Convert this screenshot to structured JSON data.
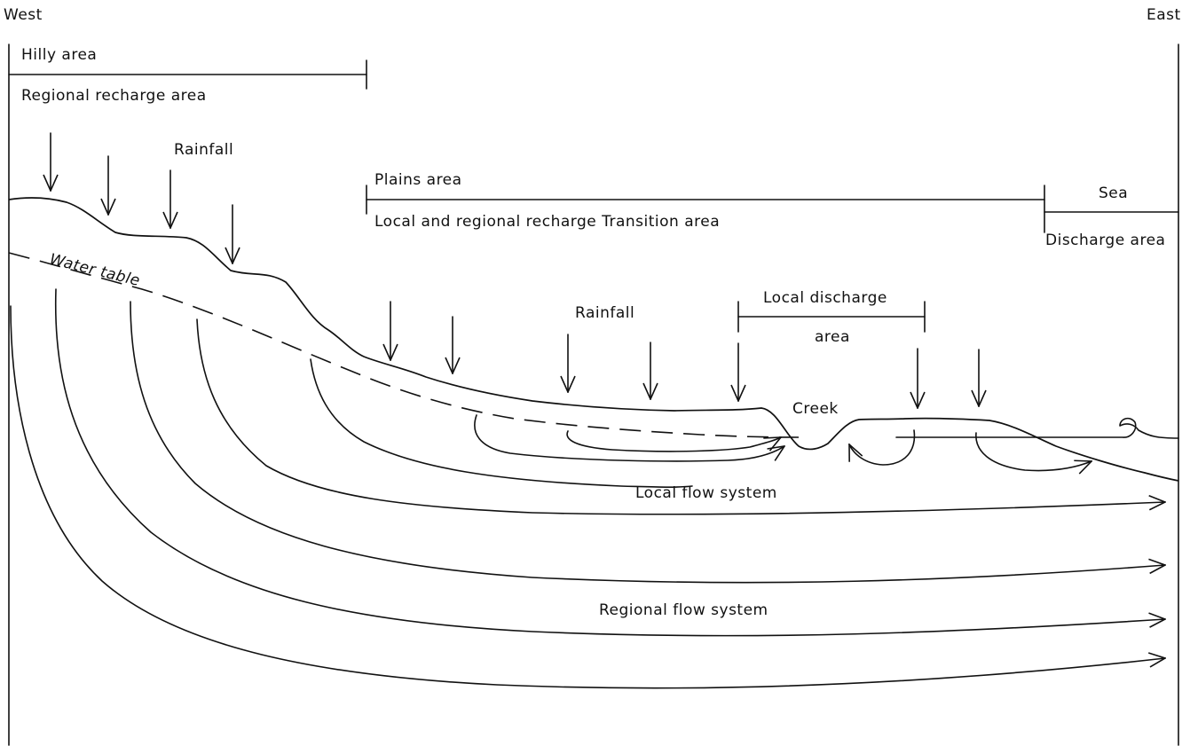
{
  "directions": {
    "west": "West",
    "east": "East"
  },
  "zones": {
    "hilly_area": "Hilly area",
    "regional_recharge_area": "Regional recharge area",
    "plains_area": "Plains area",
    "local_regional_recharge_transition": "Local and regional recharge Transition area",
    "sea": "Sea",
    "discharge_area": "Discharge area",
    "local_discharge_line1": "Local discharge",
    "local_discharge_line2": "area"
  },
  "labels": {
    "rainfall_hills": "Rainfall",
    "rainfall_plains": "Rainfall",
    "water_table": "Water table",
    "creek": "Creek",
    "local_flow_system": "Local flow system",
    "regional_flow_system": "Regional flow system"
  }
}
